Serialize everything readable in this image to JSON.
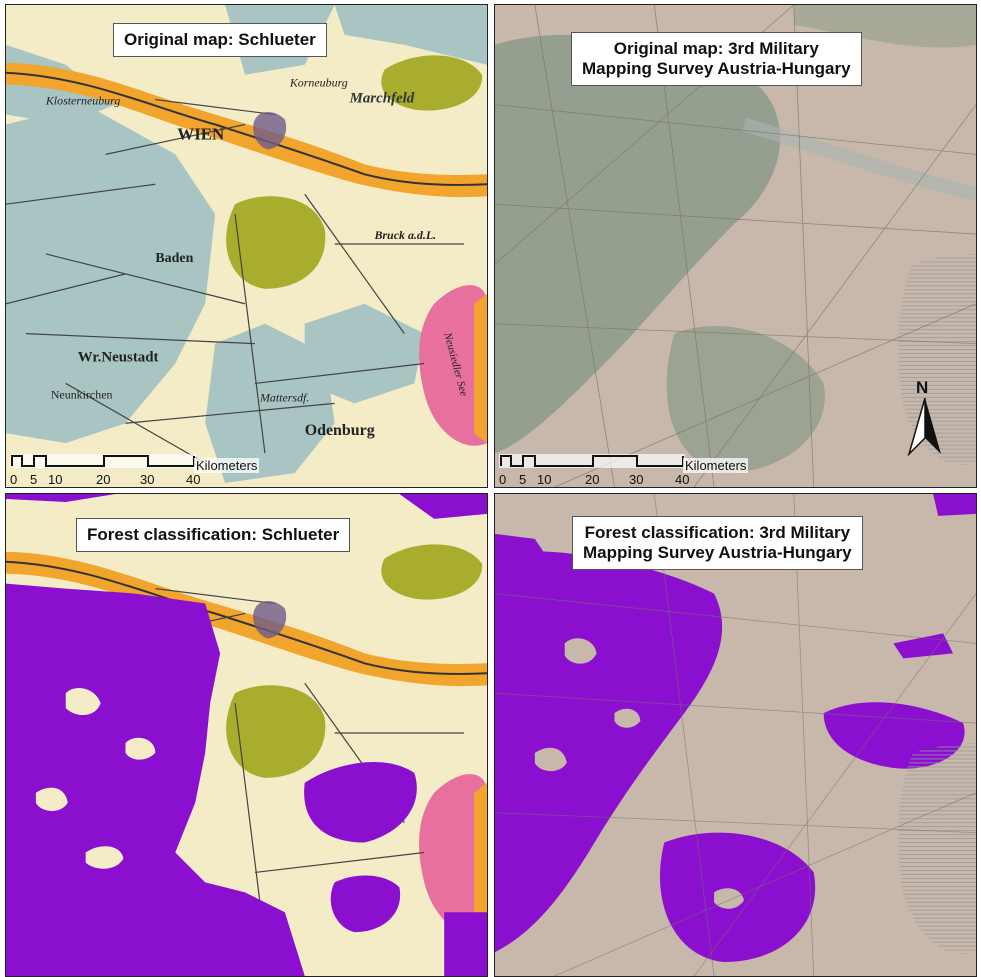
{
  "panels": {
    "top_left": {
      "title": "Original map: Schlueter"
    },
    "top_right": {
      "title_line1": "Original map: 3rd Military",
      "title_line2": "Mapping Survey Austria-Hungary"
    },
    "bottom_left": {
      "title": "Forest classification: Schlueter"
    },
    "bottom_right": {
      "title_line1": "Forest classification: 3rd Military",
      "title_line2": "Mapping Survey Austria-Hungary"
    }
  },
  "map_labels": {
    "wien": "WIEN",
    "baden": "Baden",
    "wr_neustadt": "Wr.Neustadt",
    "korneuburg": "Korneuburg",
    "klosterneuburg": "Klosterneuburg",
    "marchfeld": "Marchfeld",
    "neusiedler_see": "Neusiedler See",
    "oedenburg": "Odenburg",
    "neunkirchen": "Neunkirchen",
    "bruck": "Bruck a.d.L.",
    "mattersdorf": "Mattersdf."
  },
  "scale_bar": {
    "unit": "Kilometers",
    "ticks": [
      "0",
      "5",
      "10",
      "20",
      "30",
      "40"
    ]
  },
  "north_arrow": {
    "label": "N"
  },
  "colors": {
    "forest_class": "#8a0fcf",
    "danube_band": "#f2a52c",
    "schlueter_blue": "#a9c5c3",
    "schlueter_cream": "#f3ecc6",
    "olive_patch": "#a9ad2d",
    "pink_lake": "#e8709f",
    "military_base": "#c7b8ab",
    "military_green": "#8c9a89"
  }
}
